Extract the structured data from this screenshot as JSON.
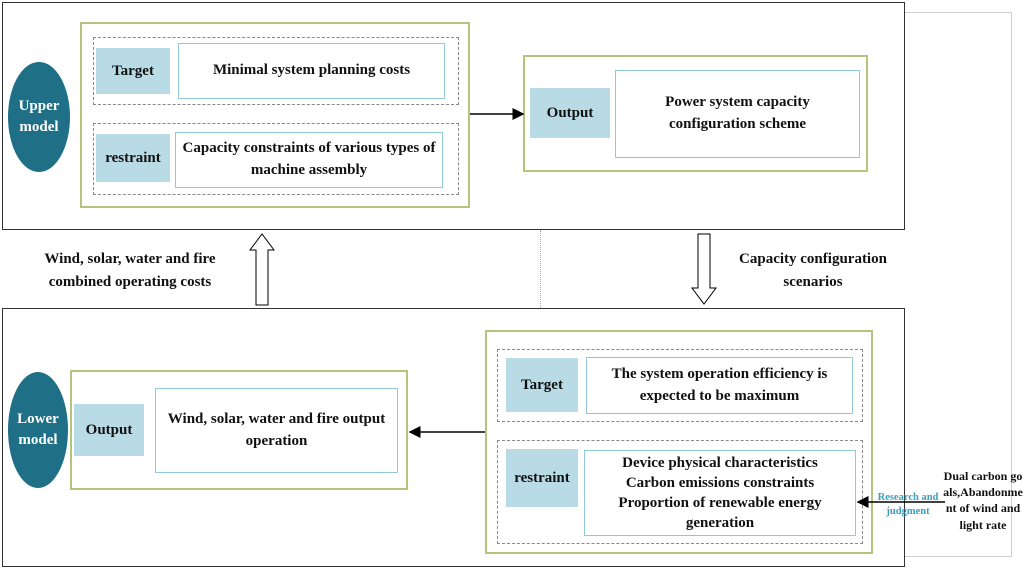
{
  "upper": {
    "model_label": "Upper model",
    "target_label": "Target",
    "target_text": "Minimal system planning costs",
    "restraint_label": "restraint",
    "restraint_text": "Capacity constraints of various types of machine assembly",
    "output_label": "Output",
    "output_text": "Power system capacity configuration scheme"
  },
  "middle": {
    "left_text": "Wind, solar, water and fire combined operating costs",
    "right_text": "Capacity configuration scenarios"
  },
  "lower": {
    "model_label": "Lower model",
    "output_label": "Output",
    "output_text": "Wind, solar, water and fire output operation",
    "target_label": "Target",
    "target_text": "The system operation efficiency is expected to be maximum",
    "restraint_label": "restraint",
    "restraint_lines": [
      "Device physical characteristics",
      "Carbon emissions constraints",
      "Proportion of renewable energy generation"
    ]
  },
  "side": {
    "goal_text": "Dual carbon goals,Abandonment of wind and light rate",
    "research_label": "Research and judgment",
    "research_color": "#3a9fc0"
  },
  "colors": {
    "ellipse": "#1f6f86",
    "green_border": "#b5c47c",
    "blue_fill": "#b9dbe6",
    "blue_border": "#8fcad6"
  }
}
